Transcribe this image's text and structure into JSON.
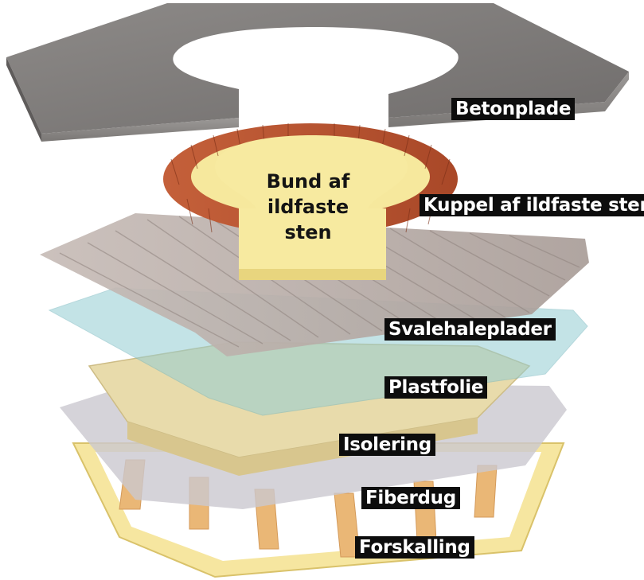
{
  "labels": {
    "betonplade": "Betonplade",
    "kuppel": "Kuppel af ildfaste sten",
    "bund": [
      "Bund af",
      "ildfaste",
      "sten"
    ],
    "svalehaleplader": "Svalehaleplader",
    "plastfolie": "Plastfolie",
    "isolering": "Isolering",
    "fiberdug": "Fiberdug",
    "forskalling": "Forskalling"
  },
  "colors": {
    "label_background": "#0d0d0d",
    "label_text": "#ffffff",
    "concrete": "#8a8785",
    "brick": "#b8532e",
    "hearth_floor": "#f5e79a",
    "corrugated_sheet": "#b8aca6",
    "plastic_foil": "#9cd3d6",
    "insulation": "#e6d7a3",
    "fiber_cloth": "#c9c6cf",
    "formwork_yellow": "#f2df85",
    "formwork_orange": "#e9b874"
  }
}
